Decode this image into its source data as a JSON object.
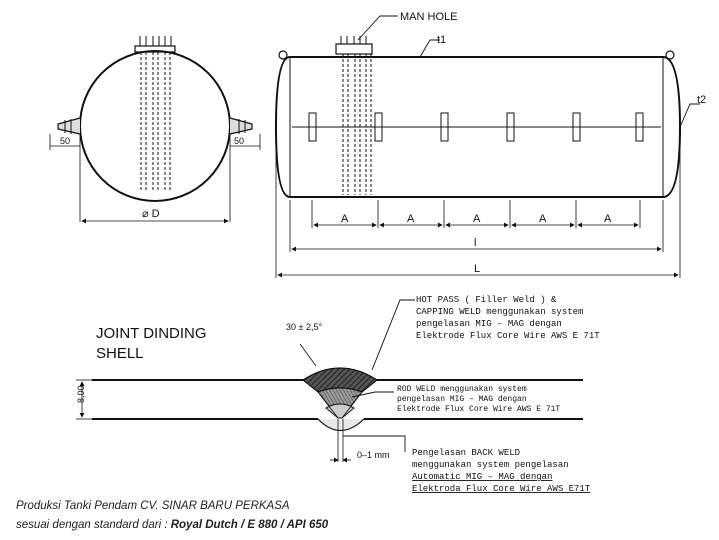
{
  "tank": {
    "man_hole_label": "MAN HOLE",
    "t1_label": "t1",
    "t2_label": "t2",
    "dim_left": "50",
    "dim_right": "50",
    "diameter_label": "⌀ D",
    "segment_labels": [
      "A",
      "A",
      "A",
      "A",
      "A"
    ],
    "inner_length_label": "l",
    "total_length_label": "L"
  },
  "joint": {
    "title_line1": "JOINT DINDING",
    "title_line2": "SHELL",
    "angle_label": "30 ± 2,5°",
    "thickness_label": "8,00",
    "gap_label": "0–1 mm",
    "hot_pass_note": [
      "HOT PASS ( Filler Weld ) &",
      "CAPPING WELD menggunakan system",
      "pengelasan MIG – MAG dengan",
      "Elektrode Flux Core Wire AWS E 71T"
    ],
    "rod_weld_note": [
      "ROD WELD menggunakan system",
      "pengelasan MIG – MAG dengan",
      "Elektrode Flux Core Wire AWS E 71T"
    ],
    "back_weld_note": [
      "Pengelasan BACK WELD",
      "menggunakan system pengelasan",
      "Automatic MIG – MAG dengan",
      "Elektroda Flux Core Wire AWS E71T"
    ]
  },
  "footer": {
    "line1": "Produksi Tanki Pendam CV. SINAR BARU PERKASA",
    "line2_prefix": "sesuai dengan standard dari : ",
    "line2_standard": "Royal Dutch / E 880 / API 650"
  }
}
